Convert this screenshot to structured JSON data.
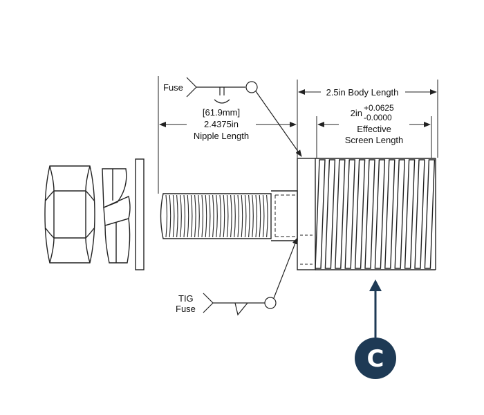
{
  "labels": {
    "fuse": "Fuse",
    "tig_line1": "TIG",
    "tig_line2": "Fuse",
    "nipple_mm": "[61.9mm]",
    "nipple_in": "2.4375in",
    "nipple_text": "Nipple Length",
    "body_length": "2.5in Body Length",
    "screen_base": "2in",
    "screen_tol_plus": "+0.0625",
    "screen_tol_minus": "-0.0000",
    "screen_line1": "Effective",
    "screen_line2": "Screen Length"
  },
  "callout": {
    "letter": "C",
    "color": "#1e3a55"
  },
  "colors": {
    "line": "#222222",
    "background": "#ffffff"
  }
}
